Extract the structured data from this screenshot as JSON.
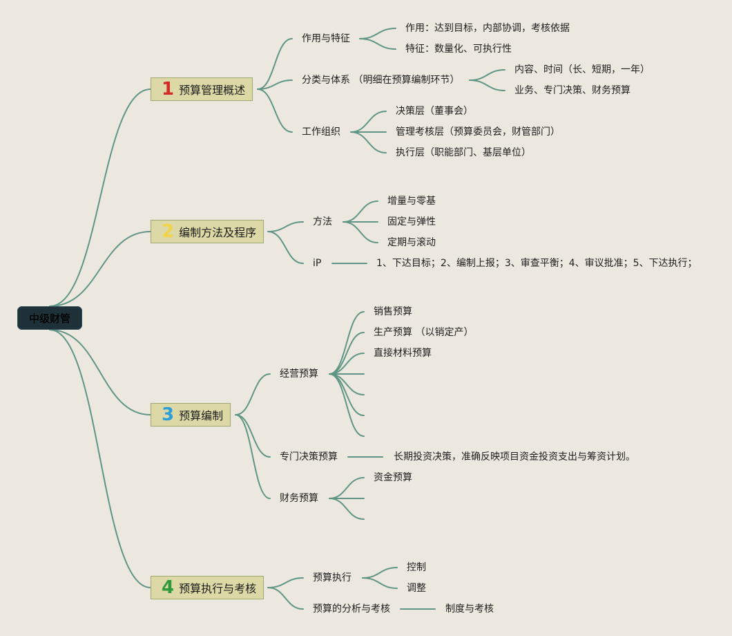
{
  "root": {
    "label": "中级财管"
  },
  "colors": {
    "line": "#5e9584",
    "node_fill": "#ddd9a7",
    "root_fill": "#1e3038"
  },
  "branches": [
    {
      "number": "1",
      "number_color": "#d42a26",
      "label": "预算管理概述",
      "children": [
        {
          "label": "作用与特征",
          "children": [
            "作用：达到目标，内部协调，考核依据",
            "特征：数量化、可执行性"
          ]
        },
        {
          "label": "分类与体系 （明细在预算编制环节）",
          "children": [
            "内容、时间（长、短期，一年）",
            "业务、专门决策、财务预算"
          ]
        },
        {
          "label": "工作组织",
          "children": [
            "决策层（董事会）",
            "管理考核层（预算委员会，财管部门）",
            "执行层（职能部门、基层单位）"
          ]
        }
      ]
    },
    {
      "number": "2",
      "number_color": "#f2d34a",
      "label": "编制方法及程序",
      "children": [
        {
          "label": "方法",
          "children": [
            "增量与零基",
            "固定与弹性",
            "定期与滚动"
          ]
        },
        {
          "label": "iP",
          "children": [
            "1、下达目标；2、编制上报；3、审查平衡；4、审议批准；5、下达执行；"
          ]
        }
      ]
    },
    {
      "number": "3",
      "number_color": "#2f9ed8",
      "label": "预算编制",
      "children": [
        {
          "label": "经营预算",
          "children": [
            "销售预算",
            "生产预算 （以销定产）",
            "直接材料预算",
            "",
            "",
            "",
            ""
          ]
        },
        {
          "label": "专门决策预算",
          "children": [
            "长期投资决策，准确反映项目资金投资支出与筹资计划。"
          ]
        },
        {
          "label": "财务预算",
          "children": [
            "资金预算",
            "",
            ""
          ]
        }
      ]
    },
    {
      "number": "4",
      "number_color": "#2f9a3a",
      "label": "预算执行与考核",
      "children": [
        {
          "label": "预算执行",
          "children": [
            "控制",
            "调整"
          ]
        },
        {
          "label": "预算的分析与考核",
          "children": [
            "制度与考核"
          ]
        }
      ]
    }
  ]
}
